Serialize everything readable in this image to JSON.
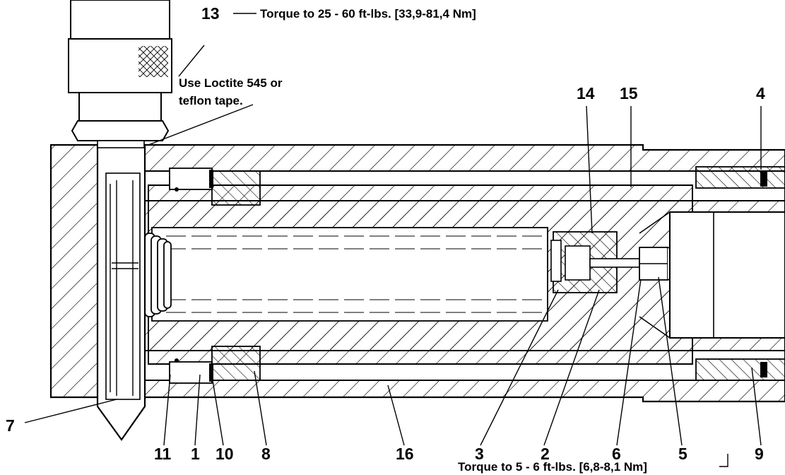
{
  "callouts": {
    "top_torque": "Torque to 25 - 60 ft-lbs. [33,9-81,4 Nm]",
    "loctite_line1": "Use Loctite 545 or",
    "loctite_line2": "teflon tape.",
    "bottom_torque": "Torque to 5 - 6 ft-lbs. [6,8-8,1 Nm]"
  },
  "part_numbers": {
    "p1": "1",
    "p2": "2",
    "p3": "3",
    "p4": "4",
    "p5": "5",
    "p6": "6",
    "p7": "7",
    "p8": "8",
    "p9": "9",
    "p10": "10",
    "p11": "11",
    "p13": "13",
    "p14": "14",
    "p15": "15",
    "p16": "16"
  },
  "colors": {
    "line": "#000000",
    "background": "#ffffff"
  }
}
